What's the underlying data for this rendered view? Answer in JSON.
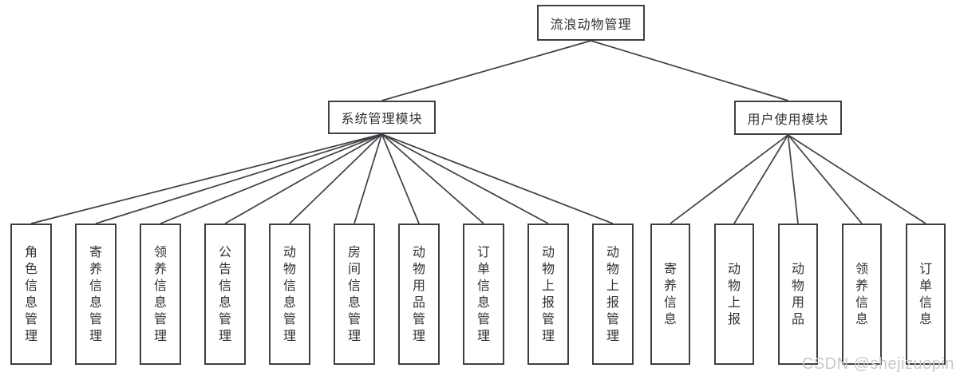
{
  "diagram": {
    "root_label": "流浪动物管理",
    "modules": [
      {
        "label": "系统管理模块",
        "children": [
          "角色信息管理",
          "寄养信息管理",
          "领养信息管理",
          "公告信息管理",
          "动物信息管理",
          "房间信息管理",
          "动物用品管理",
          "订单信息管理",
          "动物上报管理",
          "动物上报管理"
        ]
      },
      {
        "label": "用户使用模块",
        "children": [
          "寄养信息",
          "动物上报",
          "动物用品",
          "领养信息",
          "订单信息"
        ]
      }
    ],
    "watermark": "CSDN @shejizuopin",
    "colors": {
      "border": "#3c4045",
      "line": "#3c4045",
      "text": "#2f3337",
      "background": "#ffffff",
      "watermark": "#c8c8c8"
    }
  }
}
